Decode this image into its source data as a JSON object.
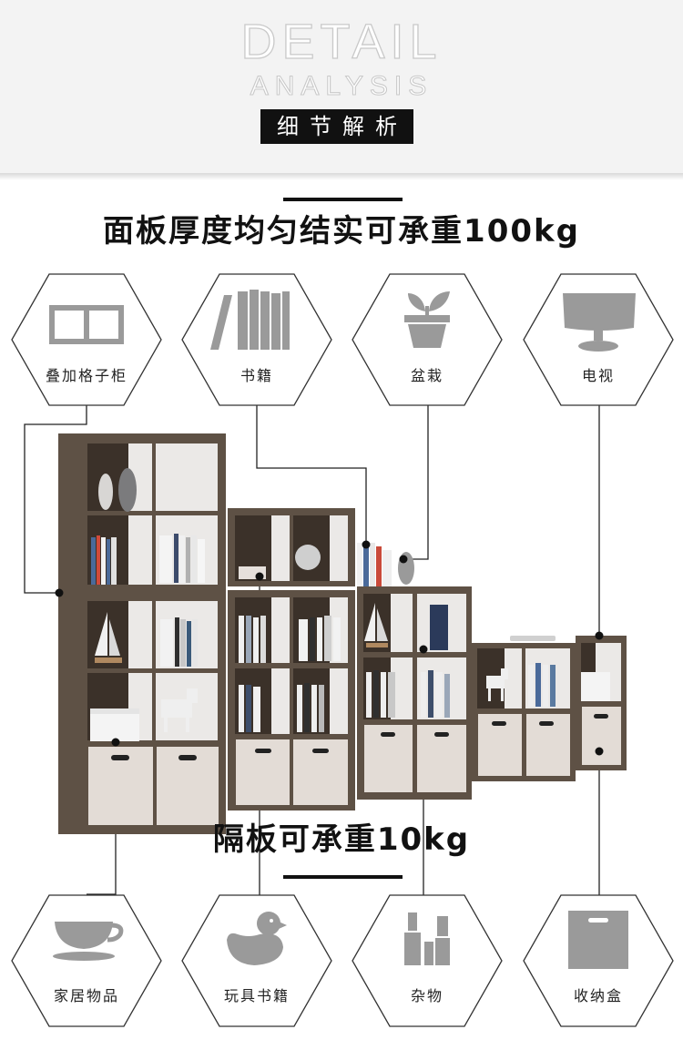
{
  "header": {
    "detail": "DETAIL",
    "analysis": "ANALYSIS",
    "badge": "细节解析"
  },
  "headline_top": "面板厚度均匀结实可承重100kg",
  "headline_bottom": "隔板可承重10kg",
  "top_items": [
    {
      "label": "叠加格子柜",
      "icon": "cabinet-icon"
    },
    {
      "label": "书籍",
      "icon": "books-icon"
    },
    {
      "label": "盆栽",
      "icon": "potted-plant-icon"
    },
    {
      "label": "电视",
      "icon": "tv-icon"
    }
  ],
  "bottom_items": [
    {
      "label": "家居物品",
      "icon": "teacup-icon"
    },
    {
      "label": "玩具书籍",
      "icon": "rubber-duck-icon"
    },
    {
      "label": "杂物",
      "icon": "sundries-icon"
    },
    {
      "label": "收纳盒",
      "icon": "storage-bag-icon"
    }
  ],
  "colors": {
    "wood": "#5e5145",
    "wood_dark": "#3b3129",
    "shelf_back": "#e8e6e4",
    "fabric_box": "#e3dcd6",
    "icon_gray": "#9a9a9a"
  }
}
